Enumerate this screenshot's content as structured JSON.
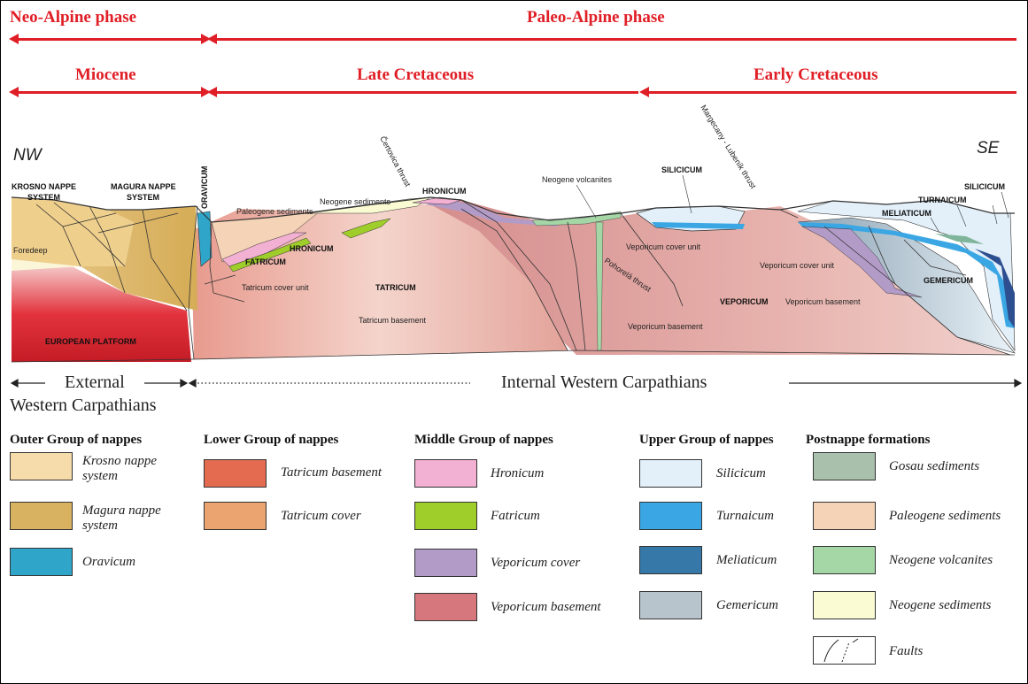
{
  "header": {
    "phase_left": "Neo-Alpine phase",
    "phase_right": "Paleo-Alpine phase",
    "epoch_1": "Miocene",
    "epoch_2": "Late Cretaceous",
    "epoch_3": "Early Cretaceous"
  },
  "section": {
    "nw": "NW",
    "se": "SE",
    "labels": {
      "krosno_1": "KROSNO NAPPE",
      "krosno_2": "SYSTEM",
      "magura_1": "MAGURA NAPPE",
      "magura_2": "SYSTEM",
      "oravicum": "ORAVICUM",
      "foredeep": "Foredeep",
      "european_platform": "EUROPEAN PLATFORM",
      "paleogene_sediments": "Paleogene sediments",
      "neogene_sediments": "Neogene sediments",
      "certovica_thrust": "Čertovica thrust",
      "hronicum_top": "HRONICUM",
      "hronicum_mid": "HRONICUM",
      "fatricum": "FATRICUM",
      "tatricum_cover_unit": "Tatricum cover unit",
      "tatricum": "TATRICUM",
      "tatricum_basement": "Tatricum basement",
      "neogene_volcanites": "Neogene volcanites",
      "silicicum_1": "SILICICUM",
      "veporicum_cover_unit_1": "Veporicum cover unit",
      "pohorela_thrust": "Pohorelá thrust",
      "veporicum_basement_1": "Veporicum basement",
      "margecany_thrust": "Margecany - Lubeník thrust",
      "veporicum_cover_unit_2": "Veporicum cover unit",
      "veporicum": "VEPORICUM",
      "veporicum_basement_2": "Veporicum basement",
      "meliaticum": "MELIATICUM",
      "turnaicum": "TURNAICUM",
      "silicicum_2": "SILICICUM",
      "gemericum": "GEMERICUM"
    }
  },
  "subtitle": {
    "external_1": "External",
    "external_2": "Western Carpathians",
    "internal": "Internal Western Carpathians"
  },
  "legend": {
    "groups": [
      {
        "title": "Outer Group of nappes",
        "items": [
          {
            "label": "Krosno nappe system",
            "color": "#f6dcaa"
          },
          {
            "label": "Magura nappe system",
            "color": "#d8b260"
          },
          {
            "label": "Oravicum",
            "color": "#2fa6c9"
          }
        ]
      },
      {
        "title": "Lower Group of nappes",
        "items": [
          {
            "label": "Tatricum basement",
            "color": "#e46a50"
          },
          {
            "label": "Tatricum cover",
            "color": "#eba470"
          }
        ]
      },
      {
        "title": "Middle Group of nappes",
        "items": [
          {
            "label": "Hronicum",
            "color": "#f2b0d2"
          },
          {
            "label": "Fatricum",
            "color": "#9fcd2a"
          },
          {
            "label": "Veporicum cover",
            "color": "#b39bc8"
          },
          {
            "label": "Veporicum basement",
            "color": "#d6777d"
          }
        ]
      },
      {
        "title": "Upper Group of nappes",
        "items": [
          {
            "label": "Silicicum",
            "color": "#e3f0fa"
          },
          {
            "label": "Turnaicum",
            "color": "#3aa7e4"
          },
          {
            "label": "Meliaticum",
            "color": "#3678a8"
          },
          {
            "label": "Gemericum",
            "color": "#b8c4cc"
          }
        ]
      },
      {
        "title": "Postnappe formations",
        "items": [
          {
            "label": "Gosau sediments",
            "color": "#a9c0ac"
          },
          {
            "label": "Paleogene sediments",
            "color": "#f5d3b6"
          },
          {
            "label": "Neogene volcanites",
            "color": "#a5d6a6"
          },
          {
            "label": "Neogene sediments",
            "color": "#fafbd3"
          },
          {
            "label": "Faults",
            "color": "#ffffff"
          }
        ]
      }
    ]
  }
}
